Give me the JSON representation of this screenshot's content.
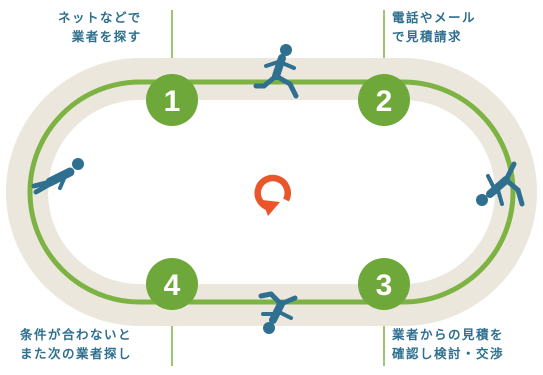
{
  "steps": [
    {
      "number": "1",
      "lines": [
        "ネットなどで",
        "業者を探す"
      ]
    },
    {
      "number": "2",
      "lines": [
        "電話やメール",
        "で見積請求"
      ]
    },
    {
      "number": "3",
      "lines": [
        "業者からの見積を",
        "確認し検討・交渉"
      ]
    },
    {
      "number": "4",
      "lines": [
        "条件が合わないと",
        "また次の業者探し"
      ]
    }
  ],
  "icons": [
    "running-person-icon",
    "tripping-person-icon",
    "falling-person-icon",
    "collapsed-person-icon",
    "cycle-arrow-icon"
  ],
  "colors": {
    "track_outer": "#ece7dc",
    "track_line": "#7cb342",
    "marker": "#6fa83a",
    "accent_orange": "#e8562a",
    "figure_blue": "#2f6f8f",
    "text": "#2f6f8f"
  }
}
